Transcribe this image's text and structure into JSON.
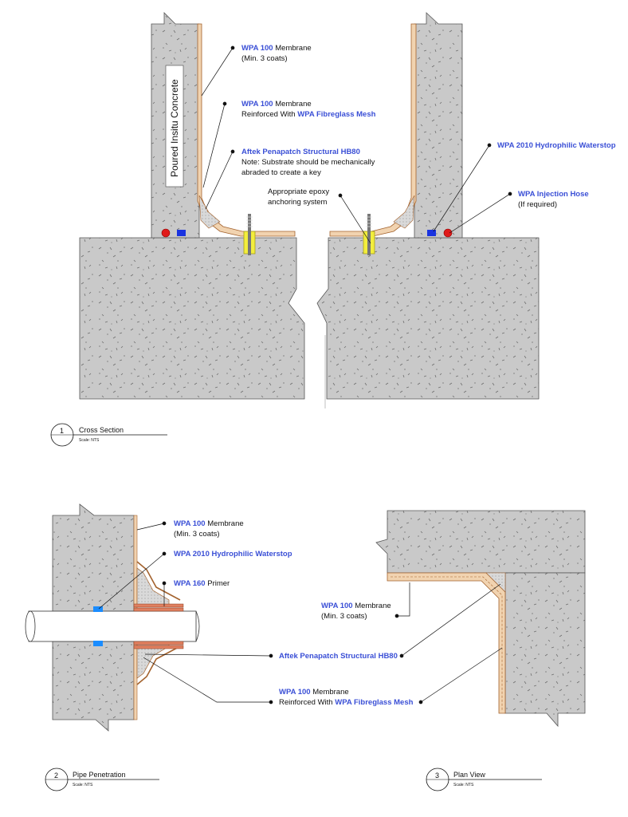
{
  "cross_section": {
    "vertical_label": "Poured Insitu Concrete",
    "label_membrane": {
      "product": "WPA 100",
      "text": " Membrane",
      "line2": "(Min. 3 coats)"
    },
    "label_reinforced": {
      "product": "WPA 100",
      "text": " Membrane",
      "line2_text": "Reinforced With ",
      "line2_product": "WPA Fibreglass Mesh"
    },
    "label_penapatch": {
      "product": "Aftek Penapatch Structural HB80",
      "line2": "Note: Substrate should be mechanically",
      "line3": "abraded to create a key"
    },
    "label_epoxy": {
      "line1": "Appropriate epoxy",
      "line2": "anchoring system"
    },
    "label_waterstop": {
      "product": "WPA 2010 Hydrophilic Waterstop"
    },
    "label_hose": {
      "product": "WPA Injection Hose",
      "line2": "(If required)"
    }
  },
  "pipe_penetration": {
    "label_membrane": {
      "product": "WPA 100",
      "text": " Membrane",
      "line2": "(Min. 3 coats)"
    },
    "label_waterstop": {
      "product": "WPA 2010 Hydrophilic Waterstop"
    },
    "label_primer": {
      "product": "WPA 160",
      "text": " Primer"
    },
    "label_penapatch": {
      "product": "Aftek Penapatch Structural HB80"
    },
    "label_reinforced": {
      "product": "WPA 100",
      "text": " Membrane",
      "line2_text": "Reinforced With ",
      "line2_product": "WPA Fibreglass Mesh"
    }
  },
  "plan_view": {
    "label_membrane": {
      "product": "WPA 100",
      "text": " Membrane",
      "line2": "(Min. 3 coats)"
    }
  },
  "titles": [
    {
      "number": "1",
      "title": "Cross Section",
      "scale": "Scale: NTS"
    },
    {
      "number": "2",
      "title": "Pipe Penetration",
      "scale": "Scale: NTS"
    },
    {
      "number": "3",
      "title": "Plan View",
      "scale": "Scale: NTS"
    }
  ],
  "colors": {
    "concrete": "#c9c9c9",
    "membrane": "#f1d3b0",
    "membrane_edge": "#a3622d",
    "product_blue": "#3a4fd6",
    "waterstop_blue": "#1a33e0",
    "hose_red": "#e01a1a",
    "anchor_yellow": "#f3ee3c",
    "pipe_copper": "#e08060"
  }
}
